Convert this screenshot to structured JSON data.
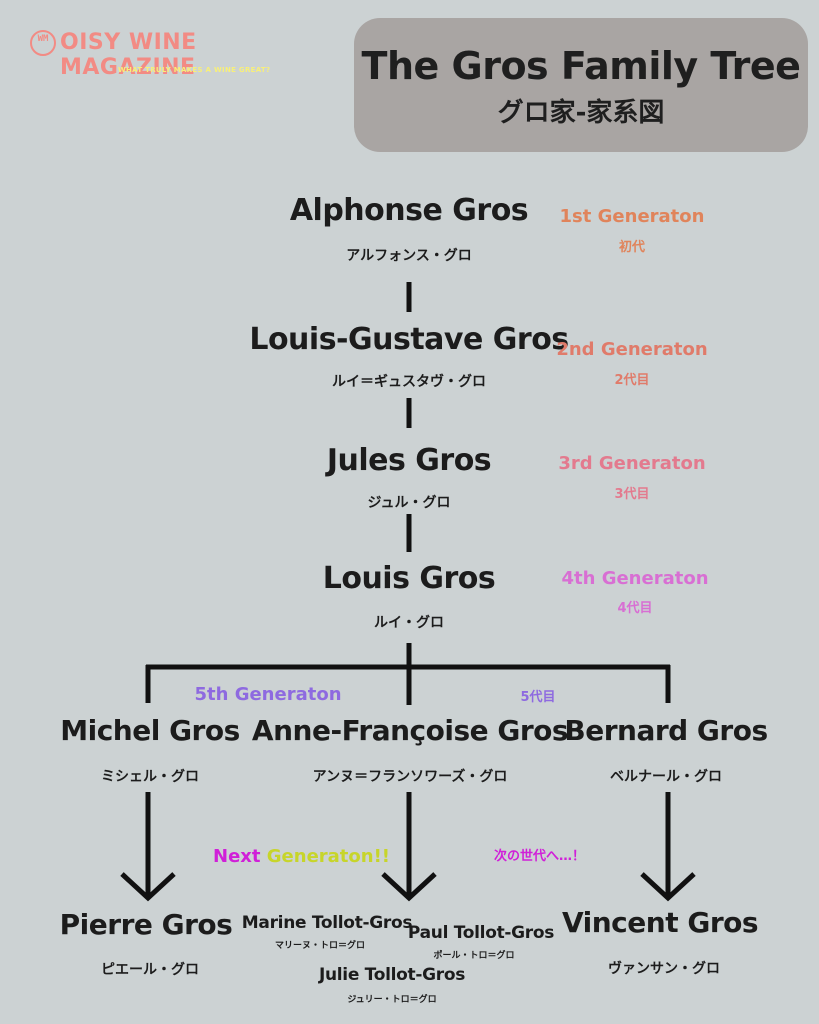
{
  "logo": {
    "mark": "WM",
    "name": "OISY WINE MAGAZINE",
    "tagline": "WHAT TRULY MAKES A WINE GREAT?",
    "colors": {
      "primary": "#f28b84",
      "tagline": "#f7ef7a"
    }
  },
  "header": {
    "title": "The Gros Family Tree",
    "subtitle": "グロ家-家系図"
  },
  "generations": [
    {
      "label": "1st Generaton",
      "sub": "初代",
      "color": "#e0845b"
    },
    {
      "label": "2nd Generaton",
      "sub": "2代目",
      "color": "#e07b6a"
    },
    {
      "label": "3rd Generaton",
      "sub": "3代目",
      "color": "#e37a8e"
    },
    {
      "label": "4th Generaton",
      "sub": "4代目",
      "color": "#d86fd3"
    },
    {
      "label": "5th Generaton",
      "sub": "5代目",
      "color": "#8e6ae0"
    }
  ],
  "next_generation": {
    "label_a": "Next",
    "label_b": "Generaton!!",
    "sub": "次の世代へ…！",
    "colors": {
      "a": "#d020d8",
      "b": "#c7d52a",
      "sub_a": "#d020d8",
      "sub_b": "#e8a030"
    }
  },
  "people": {
    "alphonse": {
      "name": "Alphonse Gros",
      "kana": "アルフォンス・グロ"
    },
    "louis_gustave": {
      "name": "Louis-Gustave Gros",
      "kana": "ルイ＝ギュスタヴ・グロ"
    },
    "jules": {
      "name": "Jules Gros",
      "kana": "ジュル・グロ"
    },
    "louis": {
      "name": "Louis Gros",
      "kana": "ルイ・グロ"
    },
    "michel": {
      "name": "Michel Gros",
      "kana": "ミシェル・グロ"
    },
    "anne_francoise": {
      "name": "Anne-Françoise Gros",
      "kana": "アンヌ＝フランソワーズ・グロ"
    },
    "bernard": {
      "name": "Bernard Gros",
      "kana": "ベルナール・グロ"
    },
    "pierre": {
      "name": "Pierre Gros",
      "kana": "ピエール・グロ"
    },
    "marine": {
      "name": "Marine Tollot-Gros",
      "kana": "マリーヌ・トロ＝グロ"
    },
    "paul": {
      "name": "Paul Tollot-Gros",
      "kana": "ポール・トロ＝グロ"
    },
    "julie": {
      "name": "Julie Tollot-Gros",
      "kana": "ジュリー・トロ＝グロ"
    },
    "vincent": {
      "name": "Vincent Gros",
      "kana": "ヴァンサン・グロ"
    }
  },
  "style": {
    "line_color": "#111111",
    "background": "#ccd2d3",
    "title_box": "#a9a5a3"
  }
}
